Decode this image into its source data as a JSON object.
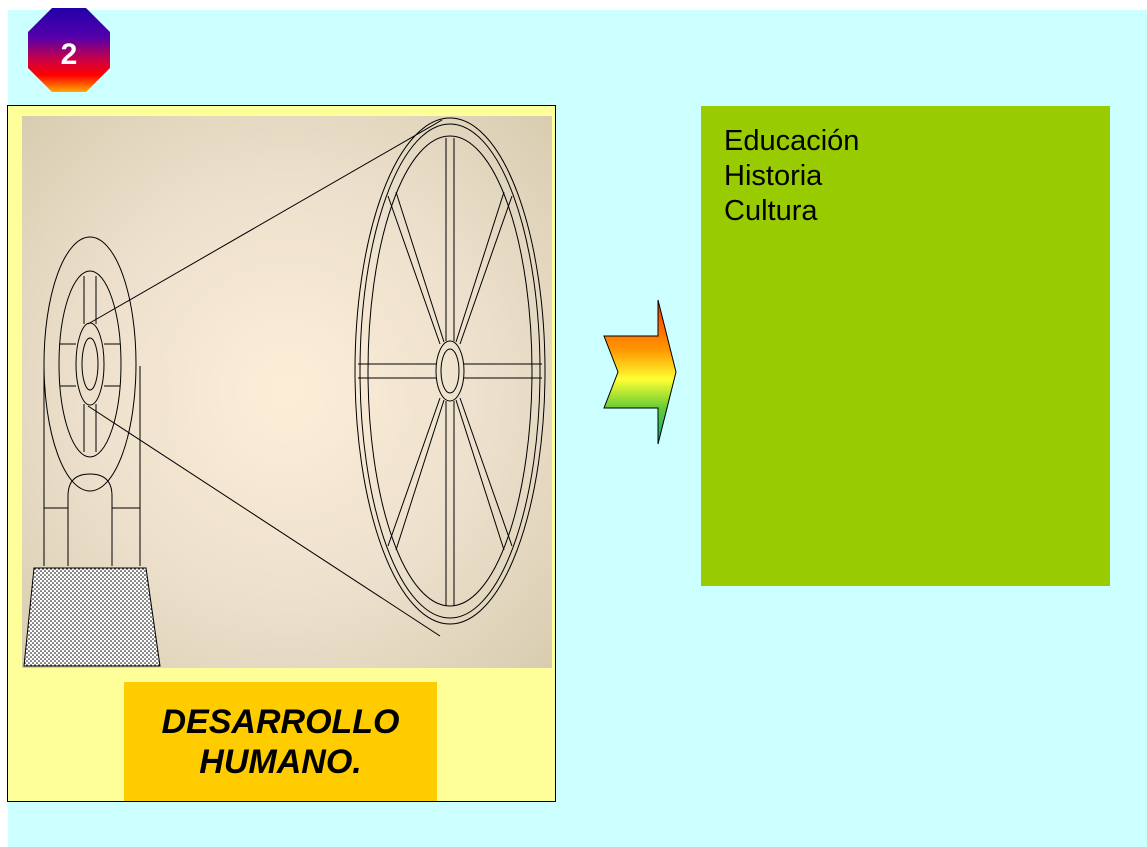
{
  "badge": {
    "number": "2",
    "shape": "octagon"
  },
  "illustration": {
    "subject": "wheel-and-pulley-icon"
  },
  "caption": {
    "line1": "DESARROLLO",
    "line2": "HUMANO."
  },
  "arrow": {
    "direction": "right",
    "style": "rainbow"
  },
  "list": {
    "items": [
      "Educación",
      "Historia",
      "Cultura"
    ]
  },
  "colors": {
    "background": "#ccffff",
    "panel": "#ffff99",
    "caption_box": "#ffcc00",
    "list_box": "#99cc00"
  }
}
